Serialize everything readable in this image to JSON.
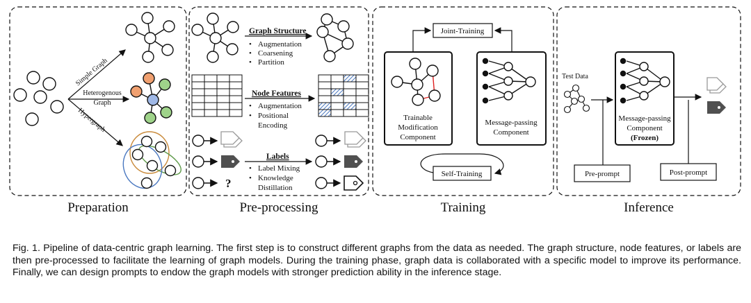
{
  "stages": {
    "preparation": "Preparation",
    "preprocessing": "Pre-processing",
    "training": "Training",
    "inference": "Inference"
  },
  "preparation": {
    "simple_graph": "Simple Graph",
    "heterogenous_line1": "Heterogenous",
    "heterogenous_line2": "Graph",
    "hypergraph": "Hypergraph"
  },
  "preprocessing": {
    "graph_structure": {
      "title": "Graph Structure",
      "items": [
        "Augmentation",
        "Coarsening",
        "Partition"
      ]
    },
    "node_features": {
      "title": "Node Features",
      "items": [
        "Augmentation",
        "Positional",
        "Encoding"
      ]
    },
    "labels": {
      "title": "Labels",
      "items": [
        "Label Mixing",
        "Knowledge",
        "Distillation"
      ]
    },
    "unknown_mark": "?"
  },
  "training": {
    "joint_training": "Joint-Training",
    "self_training": "Self-Training",
    "trainable_line1": "Trainable",
    "trainable_line2": "Modification",
    "trainable_line3": "Component",
    "mp_line1": "Message-passing",
    "mp_line2": "Component"
  },
  "inference": {
    "test_data": "Test Data",
    "mp_line1": "Message-passing",
    "mp_line2": "Component",
    "frozen": "(Frozen)",
    "pre_prompt": "Pre-prompt",
    "post_prompt": "Post-prompt"
  },
  "caption": "Fig. 1. Pipeline of data-centric graph learning. The first step is to construct different graphs from the data as needed. The graph structure, node features, or labels are then pre-processed to facilitate the learning of graph models. During the training phase, graph data is collaborated with a specific model to improve its performance. Finally, we can design prompts to endow the graph models with stronger prediction ability in the inference stage.",
  "colors": {
    "orange_node": "#f0a070",
    "green_node": "#9fd38a",
    "blue_node": "#9fb8e6",
    "edge_red": "#e02020",
    "hatch_blue": "#4a78c0",
    "hyper_orange": "#c98a3a",
    "hyper_green": "#5f9a4a",
    "hyper_blue": "#4a78c0",
    "tag_dark": "#505050"
  }
}
